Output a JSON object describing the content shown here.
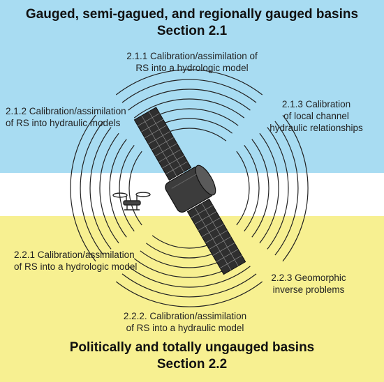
{
  "colors": {
    "top_band": "#a8dcf2",
    "bottom_band": "#f7f091",
    "satellite_body": "#3a3a3a",
    "panel": "#2b2b2b",
    "wave": "#222222"
  },
  "top": {
    "title_line1": "Gauged, semi-gagued, and regionally gauged basins",
    "title_line2": "Section 2.1",
    "l211_line1": "2.1.1 Calibration/assimilation of",
    "l211_line2": "RS into a hydrologic model",
    "l212_line1": "2.1.2 Calibration/assimilation",
    "l212_line2": "of  RS into hydraulic models",
    "l213_line1": "2.1.3 Calibration",
    "l213_line2": "of local channel",
    "l213_line3": "hydraulic relationships"
  },
  "bottom": {
    "l221_line1": "2.2.1 Calibration/assimilation",
    "l221_line2": "of RS into a hydrologic model",
    "l223_line1": "2.2.3 Geomorphic",
    "l223_line2": "inverse problems",
    "l222_line1": "2.2.2. Calibration/assimilation",
    "l222_line2": "of RS into a hydraulic model",
    "title_line1": "Politically and totally ungauged basins",
    "title_line2": "Section 2.2"
  },
  "icons": [
    "satellite-icon",
    "drone-icon",
    "signal-waves"
  ]
}
